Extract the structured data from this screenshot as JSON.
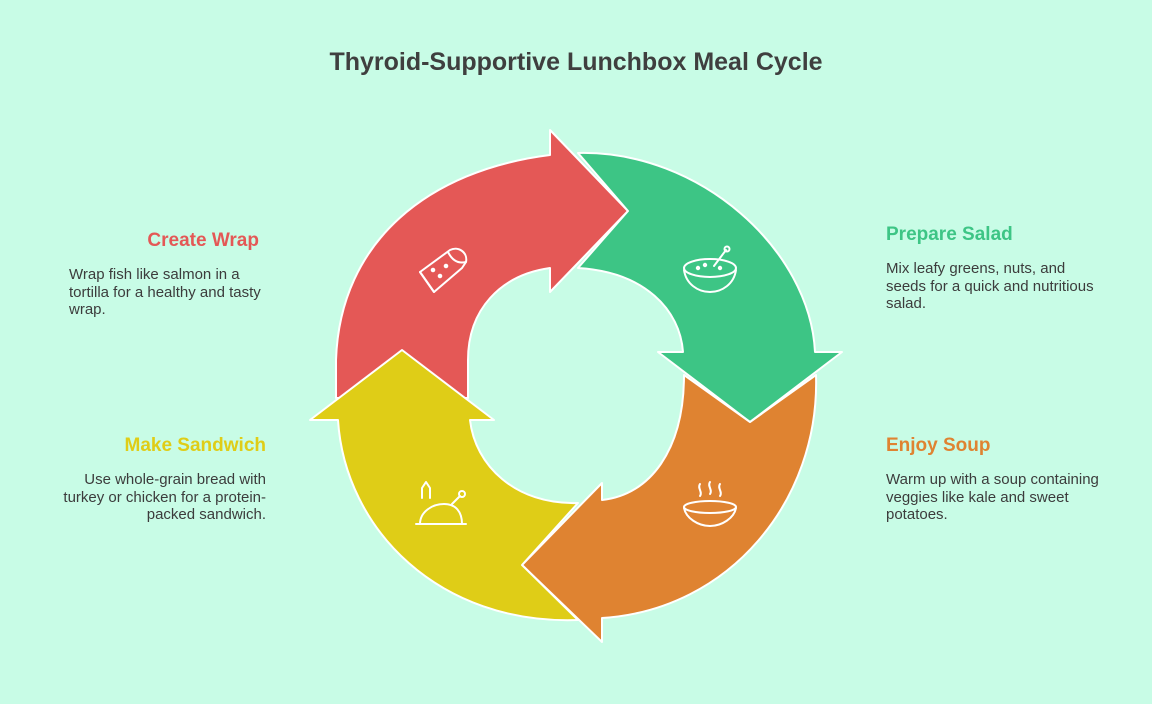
{
  "title": "Thyroid-Supportive Lunchbox Meal Cycle",
  "colors": {
    "background": "#c8fce6",
    "wrap": "#e45856",
    "salad": "#3dc585",
    "soup": "#df8331",
    "sandwich": "#dfcd17"
  },
  "steps": {
    "wrap": {
      "title": "Create Wrap",
      "description": "Wrap fish like salmon in a tortilla for a healthy and tasty wrap.",
      "icon": "burrito-wrap-icon"
    },
    "salad": {
      "title": "Prepare Salad",
      "description": "Mix leafy greens, nuts, and seeds for a quick and nutritious salad.",
      "icon": "salad-bowl-icon"
    },
    "soup": {
      "title": "Enjoy Soup",
      "description": "Warm up with a soup containing veggies like kale and sweet potatoes.",
      "icon": "soup-bowl-icon"
    },
    "sandwich": {
      "title": "Make Sandwich",
      "description": "Use whole-grain bread with turkey or chicken for a protein-packed sandwich.",
      "icon": "roast-chicken-icon"
    }
  }
}
